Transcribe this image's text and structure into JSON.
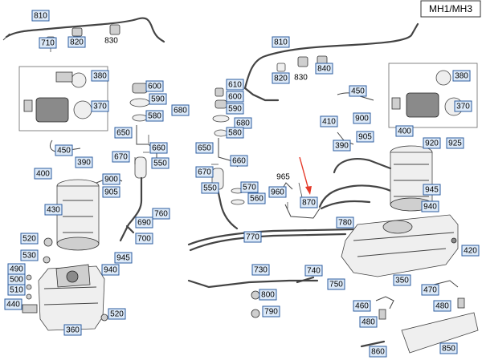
{
  "model_label": "MH1/MH3",
  "highlight_color": "#e53a2a",
  "callout_fill": "#dce9f8",
  "callout_border": "#2d5d9f",
  "highlighted_part": "870",
  "callouts": {
    "c810a": "810",
    "c710": "710",
    "c820a": "820",
    "c830a": "830",
    "c810b": "810",
    "c820b": "820",
    "c830b": "830",
    "c840": "840",
    "c380a": "380",
    "c370a": "370",
    "c600a": "600",
    "c590a": "590",
    "c580a": "580",
    "c680a": "680",
    "c650a": "650",
    "c660a": "660",
    "c670a": "670",
    "c550a": "550",
    "c450a": "450",
    "c390a": "390",
    "c400a": "400",
    "c900a": "900",
    "c905a": "905",
    "c430": "430",
    "c760": "760",
    "c690": "690",
    "c700": "700",
    "c520a": "520",
    "c530": "530",
    "c945a": "945",
    "c940a": "940",
    "c490": "490",
    "c500": "500",
    "c510": "510",
    "c440": "440",
    "c520b": "520",
    "c360": "360",
    "c610": "610",
    "c600b": "600",
    "c590b": "590",
    "c680b": "680",
    "c580b": "580",
    "c650b": "650",
    "c660b": "660",
    "c670b": "670",
    "c550b": "550",
    "c570": "570",
    "c560": "560",
    "c965": "965",
    "c960": "960",
    "c870": "870",
    "c770": "770",
    "c780": "780",
    "c730": "730",
    "c740": "740",
    "c750": "750",
    "c800": "800",
    "c790": "790",
    "c450b": "450",
    "c900b": "900",
    "c410": "410",
    "c400b": "400",
    "c905b": "905",
    "c390b": "390",
    "c920": "920",
    "c925": "925",
    "c945b": "945",
    "c940b": "940",
    "c380b": "380",
    "c370b": "370",
    "c420": "420",
    "c350": "350",
    "c470": "470",
    "c460": "460",
    "c480a": "480",
    "c480b": "480",
    "c860": "860",
    "c850": "850"
  }
}
